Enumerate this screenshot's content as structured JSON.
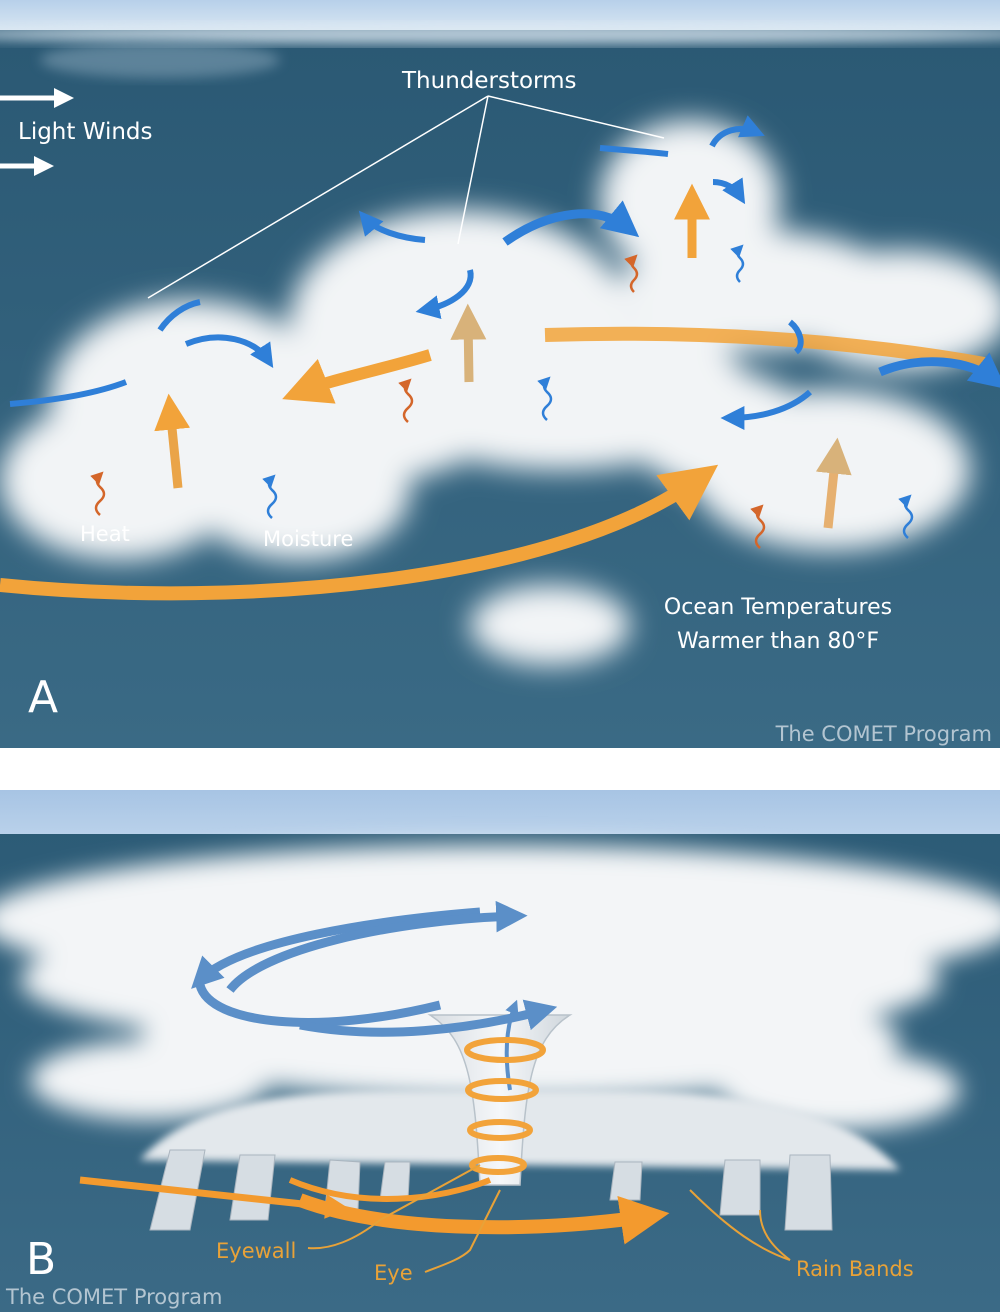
{
  "panel_a": {
    "letter": "A",
    "labels": {
      "light_winds": "Light Winds",
      "thunderstorms": "Thunderstorms",
      "heat": "Heat",
      "moisture": "Moisture",
      "ocean_line1": "Ocean Temperatures",
      "ocean_line2": "Warmer than 80°F"
    },
    "credit": "The COMET Program"
  },
  "panel_b": {
    "letter": "B",
    "labels": {
      "eyewall": "Eyewall",
      "eye": "Eye",
      "rain_bands": "Rain Bands"
    },
    "credit": "The COMET Program"
  },
  "colors": {
    "ocean": "#2f5e78",
    "sky": "#a9c7e6",
    "cloud": "#f4f6f8",
    "warm_arrow": "#f2a33a",
    "cool_arrow": "#2f7fd8",
    "label_orange": "#e8a238",
    "label_white": "#ffffff"
  }
}
